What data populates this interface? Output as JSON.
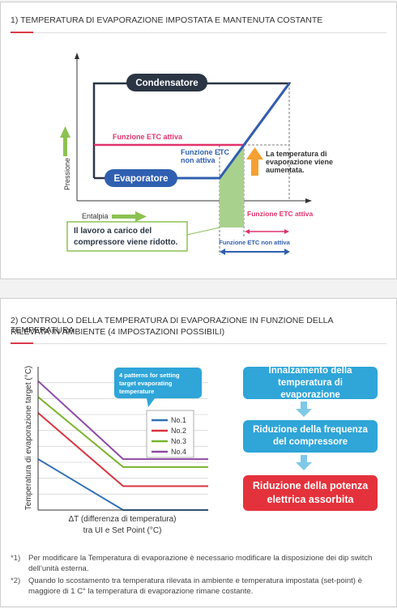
{
  "section1": {
    "title": "1) TEMPERATURA DI EVAPORAZIONE IMPOSTATA E MANTENUTA COSTANTE",
    "axis_y": "Pressione",
    "axis_x": "Entalpia",
    "condensatore": "Condensatore",
    "evaporatore": "Evaporatore",
    "etc_attiva": "Funzione ETC attiva",
    "etc_non_attiva_1": "Funzione ETC",
    "etc_non_attiva_2": "non attiva",
    "temp_note_1": "La temperatura di",
    "temp_note_2": "evaporazione viene",
    "temp_note_3": "aumentata.",
    "lavoro_1": "Il lavoro a carico del",
    "lavoro_2": "compressore viene ridotto.",
    "etc_attiva_bottom": "Funzione ETC attiva",
    "etc_non_attiva_bottom": "Funzione ETC non attiva"
  },
  "section2": {
    "title_1": "2) CONTROLLO DELLA TEMPERATURA DI EVAPORAZIONE IN FUNZIONE DELLA TEMPERATURA",
    "title_2": "RILEVATA IN AMBIENTE (4 IMPOSTAZIONI POSSIBILI)",
    "axis_y": "Temperatura di evaporazione target (°C)",
    "axis_x_1": "ΔT (differenza di temperatura)",
    "axis_x_2": "tra UI e Set Point  (°C)",
    "callout_1": "4 patterns for setting",
    "callout_2": "target evaporating",
    "callout_3": "temperature",
    "legend": [
      {
        "label": "No.1",
        "color": "#2f6fb5"
      },
      {
        "label": "No.2",
        "color": "#d9343f"
      },
      {
        "label": "No.3",
        "color": "#7ab32e"
      },
      {
        "label": "No.4",
        "color": "#8e4aa6"
      }
    ],
    "flow": [
      "Innalzamento della temperatura di evaporazione",
      "Riduzione della frequenza del compressore",
      "Riduzione della potenza elettrica assorbita"
    ],
    "notes": [
      {
        "key": "*1)",
        "text": "Per modificare la Temperatura di evaporazione è necessario modificare la disposizione dei dip switch dell’unità esterna."
      },
      {
        "key": "*2)",
        "text": "Quando lo scostamento tra temperatura rilevata in ambiente e temperatura impostata (set-point) è maggiore di 1 C° la temperatura di evaporazione rimane costante."
      }
    ]
  },
  "chart_data": {
    "type": "line",
    "ylabel": "Temperatura di evaporazione target (°C)",
    "xlabel": "ΔT (differenza di temperatura) tra UI e Set Point  (°C)",
    "series": [
      {
        "name": "No.1",
        "x": [
          0,
          4.5,
          9
        ],
        "y": [
          3.2,
          0,
          0
        ]
      },
      {
        "name": "No.2",
        "x": [
          0,
          4.5,
          9
        ],
        "y": [
          6.1,
          1.5,
          1.5
        ]
      },
      {
        "name": "No.3",
        "x": [
          0,
          4.5,
          9
        ],
        "y": [
          7.1,
          2.7,
          2.7
        ]
      },
      {
        "name": "No.4",
        "x": [
          0,
          4.5,
          9
        ],
        "y": [
          8.1,
          3.2,
          3.2
        ]
      }
    ],
    "grid": true,
    "legend": "right"
  }
}
